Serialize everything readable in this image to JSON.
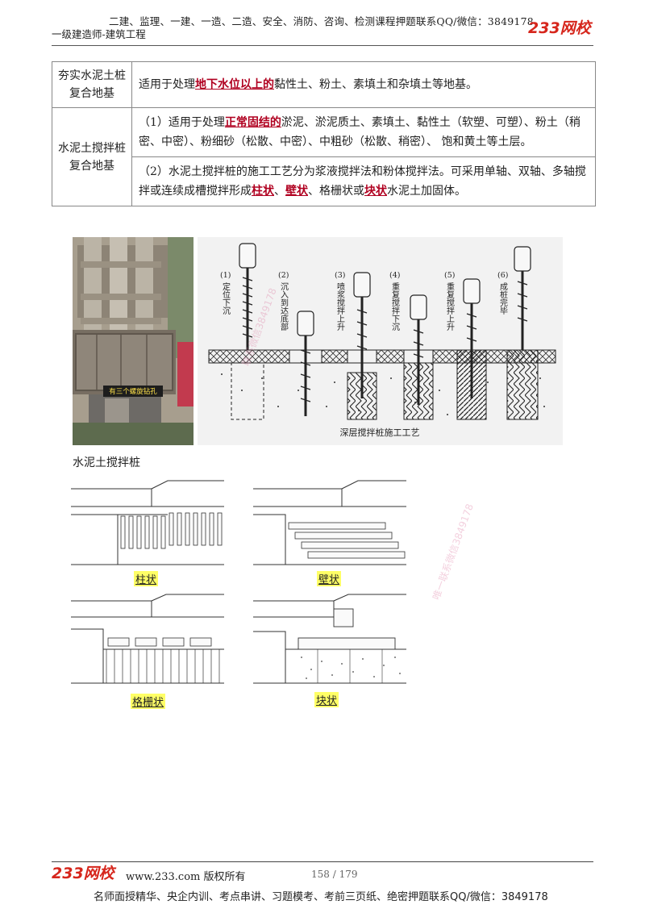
{
  "header": {
    "line1": "二建、监理、一建、一造、二造、安全、消防、咨询、检测课程押题联系QQ/微信：3849178",
    "line2": "一级建造师-建筑工程",
    "logo_text": "233网校",
    "logo_color": "#d6261c"
  },
  "table": {
    "rows": [
      {
        "label": "夯实水泥土桩复合地基",
        "cells": [
          {
            "pre": "适用于处理",
            "hl": "地下水位以上的",
            "post": "黏性土、粉土、素填土和杂填土等地基。"
          }
        ]
      },
      {
        "label": "水泥土搅拌桩复合地基",
        "cells": [
          {
            "pre": "（1）适用于处理",
            "hl": "正常固结的",
            "post": "淤泥、淤泥质土、素填土、黏性土（软塑、可塑）、粉土（稍密、中密）、粉细砂（松散、中密）、中粗砂（松散、稍密）、 饱和黄土等土层。"
          },
          {
            "pre": "（2）水泥土搅拌桩的施工工艺分为浆液搅拌法和粉体搅拌法。可采用单轴、双轴、多轴搅拌或连续成槽搅拌形成",
            "hl1": "柱状",
            "sep": "、",
            "hl2": "壁状",
            "mid": "、格栅状或",
            "hl3": "块状",
            "post": "水泥土加固体。"
          }
        ]
      }
    ]
  },
  "photo": {
    "label": "有三个螺旋钻孔"
  },
  "process": {
    "title": "深层搅拌桩施工工艺",
    "steps": [
      {
        "num": "(1)",
        "text": "定位下沉"
      },
      {
        "num": "(2)",
        "text": "沉入到达底部"
      },
      {
        "num": "(3)",
        "text": "喷浆搅拌上升"
      },
      {
        "num": "(4)",
        "text": "重复搅拌下沉"
      },
      {
        "num": "(5)",
        "text": "重复搅拌上升"
      },
      {
        "num": "(6)",
        "text": "成桩完毕"
      }
    ]
  },
  "caption_main": "水泥土搅拌桩",
  "patterns": {
    "column": "柱状",
    "wall": "壁状",
    "grid": "格栅状",
    "block": "块状",
    "label_bg": "#ffff66"
  },
  "watermarks": [
    "联系微信3849178",
    "唯一联系微信3849178"
  ],
  "footer": {
    "logo_text": "233网校",
    "site": "www.233.com 版权所有",
    "page": "158 / 179",
    "bottom": "名师面授精华、央企内训、考点串讲、习题模考、考前三页纸、绝密押题联系QQ/微信：3849178"
  }
}
